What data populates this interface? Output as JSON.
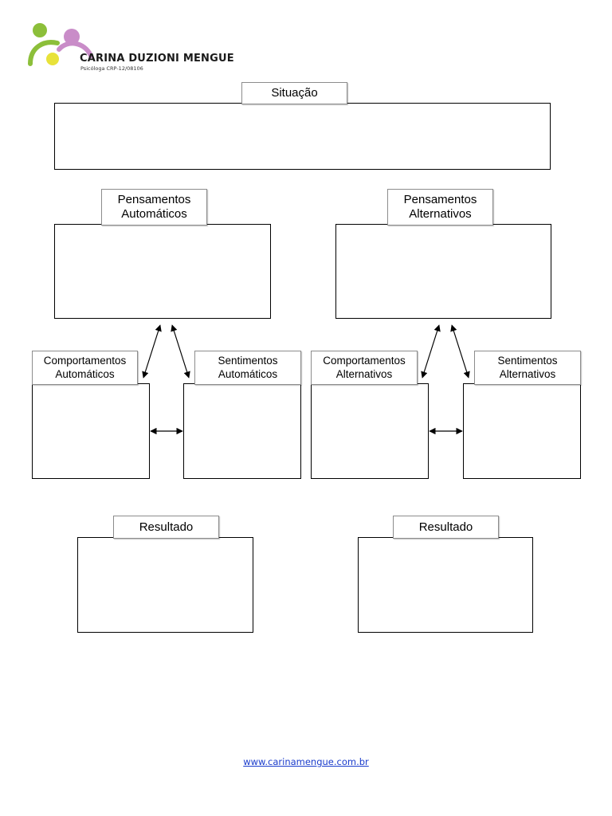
{
  "logo": {
    "name": "CARINA DUZIONI MENGUE",
    "subtitle": "Psicóloga CRP-12/08106",
    "colors": {
      "green": "#8cbf3a",
      "pink": "#c98cc8",
      "yellow": "#e8e23a"
    }
  },
  "situation": {
    "label": "Situação"
  },
  "automatic": {
    "thoughts": {
      "line1": "Pensamentos",
      "line2": "Automáticos"
    },
    "behaviors": {
      "line1": "Comportamentos",
      "line2": "Automáticos"
    },
    "feelings": {
      "line1": "Sentimentos",
      "line2": "Automáticos"
    },
    "result": {
      "label": "Resultado"
    }
  },
  "alternative": {
    "thoughts": {
      "line1": "Pensamentos",
      "line2": "Alternativos"
    },
    "behaviors": {
      "line1": "Comportamentos",
      "line2": "Alternativos"
    },
    "feelings": {
      "line1": "Sentimentos",
      "line2": "Alternativos"
    },
    "result": {
      "label": "Resultado"
    }
  },
  "footer": {
    "link": "www.carinamengue.com.br"
  }
}
